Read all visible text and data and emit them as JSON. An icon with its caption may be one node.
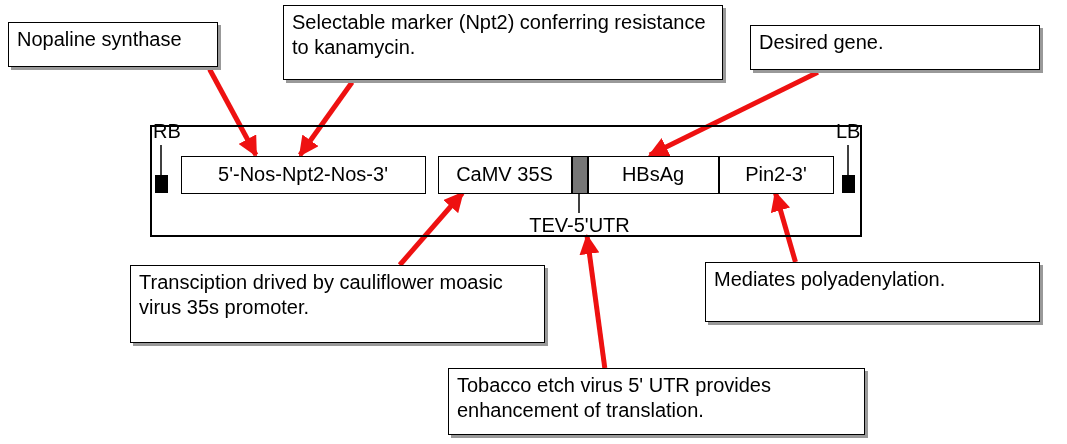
{
  "diagram": {
    "nodes": [
      {
        "text": [
          "Nopaline synthase"
        ]
      },
      {
        "text": [
          "Selectable marker (Npt2) conferring resistance to kanamycin."
        ]
      },
      {
        "text": [
          "Desired gene."
        ]
      },
      {
        "text": [],
        "shape": "box"
      },
      {
        "text": [
          "5'-Nos-Npt2-Nos-3'"
        ],
        "in": 3
      },
      {
        "text": [
          "CaMV 35S"
        ],
        "in": 3
      },
      {
        "text": [],
        "shape": "bar",
        "in": 3
      },
      {
        "text": [
          "HBsAg"
        ],
        "in": 3
      },
      {
        "text": [
          "Pin2-3'"
        ],
        "in": 3
      },
      {
        "text": [
          "TEV-5'UTR"
        ],
        "in": 3
      },
      {
        "text": [
          "Transciption drived by cauliflower moasic virus 35s promoter."
        ]
      },
      {
        "text": [
          "Tobacco etch virus 5' UTR provides enhancement of translation."
        ]
      },
      {
        "text": [
          "Mediates polyadenylation."
        ]
      }
    ],
    "edges": [
      {
        "from": 0,
        "to": 4,
        "arrow": "to"
      },
      {
        "from": 1,
        "to": 4,
        "arrow": "to"
      },
      {
        "from": 2,
        "to": 7,
        "arrow": "to"
      },
      {
        "from": 10,
        "to": 5,
        "arrow": "to"
      },
      {
        "from": 11,
        "to": 9,
        "arrow": "to"
      },
      {
        "from": 12,
        "to": 8,
        "arrow": "to"
      },
      {
        "from": 9,
        "to": 6,
        "arrow": "none",
        "color": "#000000"
      }
    ],
    "labels": [
      "RB",
      "LB"
    ]
  }
}
